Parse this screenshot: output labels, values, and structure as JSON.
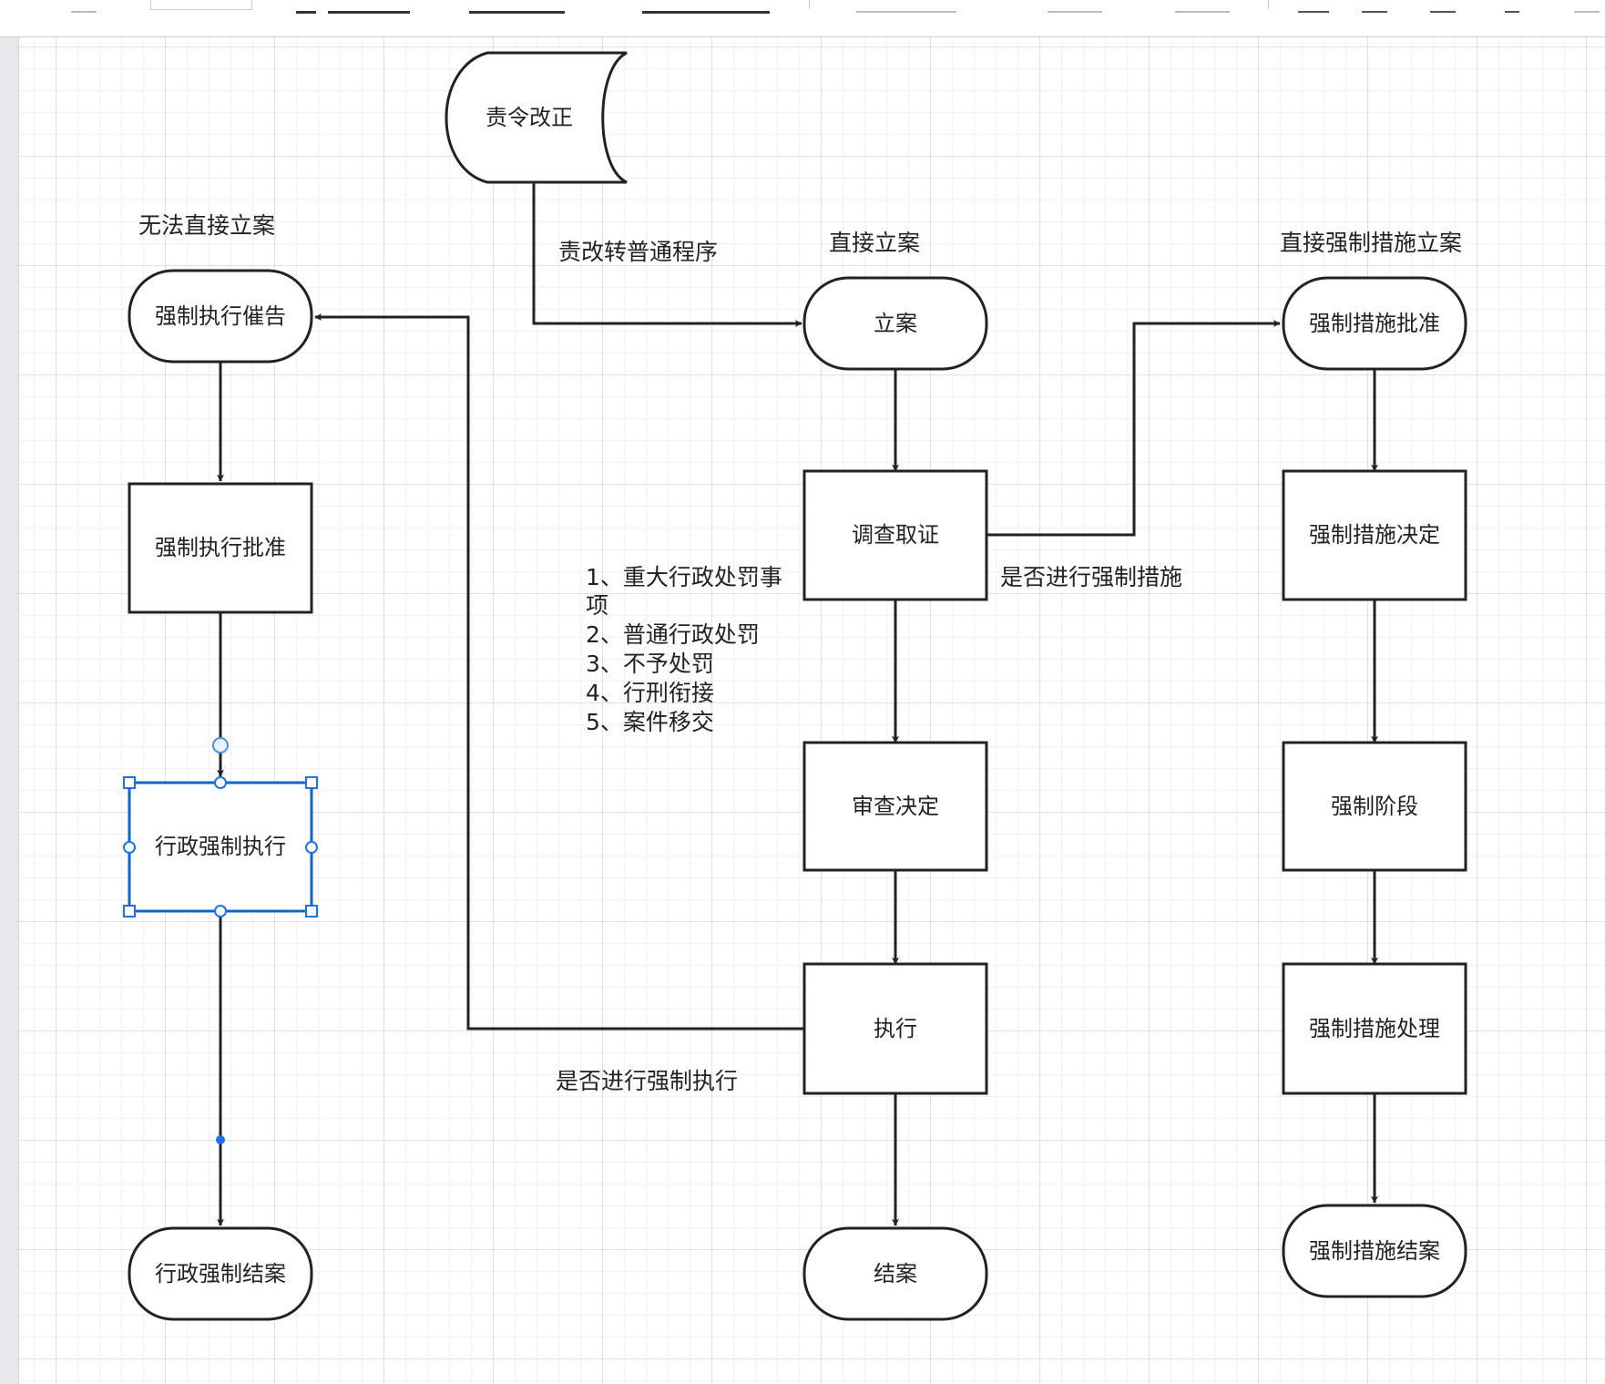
{
  "diagram": {
    "nodes": {
      "zeling": "责令改正",
      "lian": "立案",
      "diaocha": "调查取证",
      "shencha": "审查决定",
      "zhixing": "执行",
      "jiean": "结案",
      "qzzx_cuigao": "强制执行催告",
      "qzzx_pizhun": "强制执行批准",
      "xz_qzzx": "行政强制执行",
      "xz_qz_jiean": "行政强制结案",
      "cs_pizhun": "强制措施批准",
      "cs_jueding": "强制措施决定",
      "qz_jieduan": "强制阶段",
      "cs_chuli": "强制措施处理",
      "cs_jiean": "强制措施结案"
    },
    "annotations": {
      "wufa": "无法直接立案",
      "zegai": "责改转普通程序",
      "zhijie": "直接立案",
      "zhijie_cs": "直接强制措施立案",
      "shifou_cs": "是否进行强制措施",
      "shifou_zx": "是否进行强制执行",
      "outcomes": [
        "1、重大行政处罚事",
        "项",
        "2、普通行政处罚",
        "3、不予处罚",
        "4、行刑衔接",
        "5、案件移交"
      ]
    }
  }
}
